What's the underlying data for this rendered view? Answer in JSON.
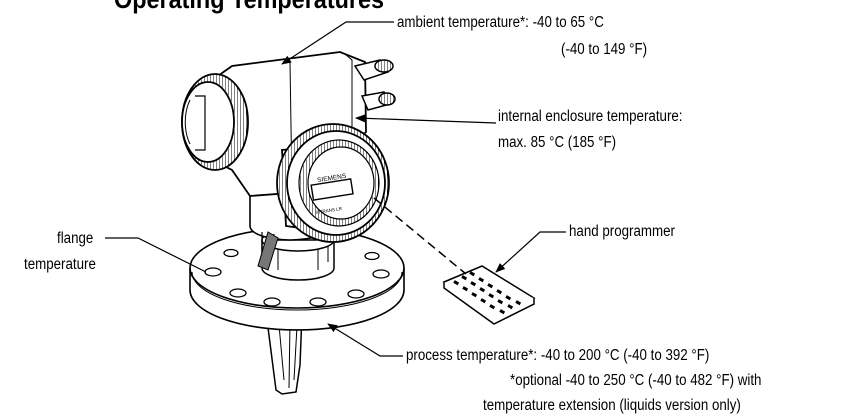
{
  "heading": "Operating Temperatures",
  "labels": {
    "ambient_line1": "ambient temperature*: -40 to 65 °C",
    "ambient_line2": "(-40 to 149 °F)",
    "internal_line1": "internal enclosure temperature:",
    "internal_line2": "max. 85 °C (185 °F)",
    "hand_programmer": "hand programmer",
    "flange_line1": "flange",
    "flange_line2": "temperature",
    "process_line1": "process temperature*: -40 to 200 °C (-40 to 392 °F)",
    "process_line2": "*optional -40 to 250 °C (-40 to 482 °F) with",
    "process_line3": "temperature extension (liquids version only)"
  },
  "device": {
    "brand_label": "SIEMENS",
    "model_label": "SITRANS LR"
  }
}
